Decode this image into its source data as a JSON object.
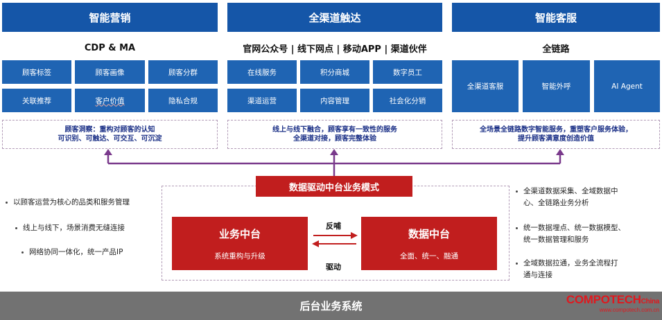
{
  "columns": {
    "marketing": {
      "header": "智能营销",
      "subtitle": "CDP & MA",
      "tiles": [
        "顾客标签",
        "顾客画像",
        "顾客分群",
        "关联推荐",
        "客户价值",
        "隐私合规"
      ],
      "note": [
        "顾客洞察：重构对顾客的认知",
        "可识别、可触达、可交互、可沉淀"
      ]
    },
    "omnichannel": {
      "header": "全渠道触达",
      "subtitle": "官网公众号 | 线下网点 | 移动APP | 渠道伙伴",
      "tiles": [
        "在线服务",
        "积分商城",
        "数字员工",
        "渠道运营",
        "内容管理",
        "社会化分销"
      ],
      "note": [
        "线上与线下融合，顾客享有一致性的服务",
        "全渠道对接，顾客完整体验"
      ]
    },
    "service": {
      "header": "智能客服",
      "subtitle": "全链路",
      "tiles": [
        "全渠道客服",
        "智能外呼",
        "AI Agent"
      ],
      "note": [
        "全场景全链路数字智能服务，重塑客户服务体验，",
        "提升顾客满意度创造价值"
      ]
    }
  },
  "center": {
    "title": "数据驱动中台业务模式",
    "business": {
      "title": "业务中台",
      "subtitle": "系统重构与升级"
    },
    "data": {
      "title": "数据中台",
      "subtitle": "全面、统一、融通"
    },
    "feedback_label": "反哺",
    "drive_label": "驱动"
  },
  "left_bullets": [
    "以顾客运营为核心的品类和服务管理",
    "线上与线下，场景消费无缝连接",
    "网络协同一体化，统一产品IP"
  ],
  "right_bullets": [
    [
      "全渠道数据采集、全域数据中",
      "心、全链路业务分析"
    ],
    [
      "统一数据埋点、统一数据模型、",
      "统一数据管理和服务"
    ],
    [
      "全域数据拉通，业务全流程打",
      "通与连接"
    ]
  ],
  "footer": "后台业务系统",
  "watermark": {
    "brand": "COMPOTECH",
    "suffix": "China",
    "url": "www.compotech.com.cn"
  },
  "colors": {
    "blue": "#1556a8",
    "tile_blue": "#1f64b3",
    "red": "#c11e1e",
    "purple": "#7a3a8c",
    "gray": "#727272"
  }
}
